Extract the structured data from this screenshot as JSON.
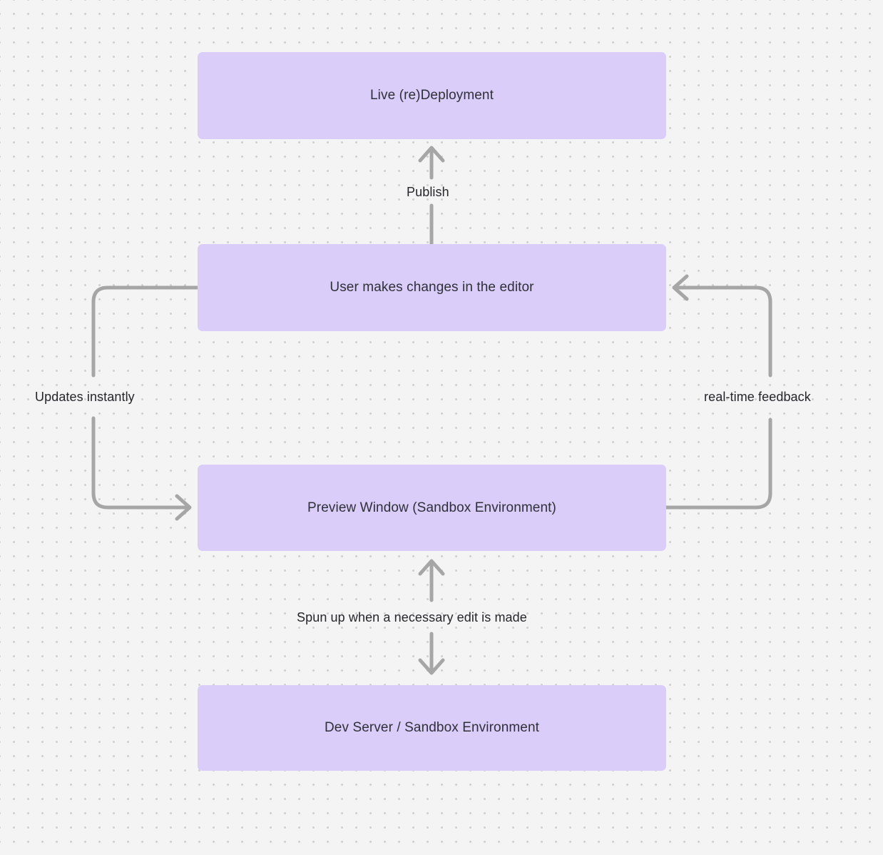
{
  "diagram": {
    "type": "flowchart",
    "background_color": "#f4f4f4",
    "grid": "dotted",
    "node_fill": "#dacdfa",
    "edge_color": "#a6a6a6",
    "text_color": "#2f3038",
    "nodes": [
      {
        "id": "live",
        "label": "Live (re)Deployment"
      },
      {
        "id": "editor",
        "label": "User makes changes in the editor"
      },
      {
        "id": "preview",
        "label": "Preview Window (Sandbox Environment)"
      },
      {
        "id": "devserver",
        "label": "Dev Server / Sandbox Environment"
      }
    ],
    "edges": [
      {
        "id": "publish",
        "from": "editor",
        "to": "live",
        "label": "Publish",
        "direction": "up"
      },
      {
        "id": "updates",
        "from": "editor",
        "to": "preview",
        "label": "Updates instantly",
        "direction": "left-loop"
      },
      {
        "id": "realtime",
        "from": "preview",
        "to": "editor",
        "label": "real-time feedback",
        "direction": "right-loop"
      },
      {
        "id": "spunup",
        "from": "preview",
        "to": "devserver",
        "label": "Spun up when a necessary edit is made",
        "direction": "bidirectional"
      }
    ]
  }
}
